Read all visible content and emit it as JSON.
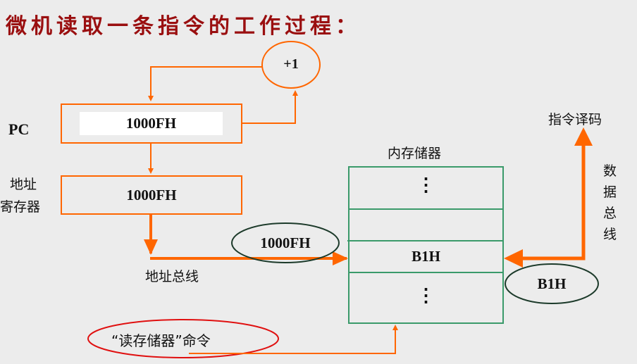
{
  "title": "微机读取一条指令的工作过程：",
  "pc": {
    "label": "PC",
    "value": "1000FH"
  },
  "increment": {
    "label": "+1"
  },
  "address_register": {
    "label_line1": "地址",
    "label_line2": "寄存器",
    "value": "1000FH"
  },
  "address_bus": {
    "label": "地址总线",
    "value": "1000FH"
  },
  "memory": {
    "label": "内存储器",
    "cells": [
      "⋮",
      "",
      "B1H",
      "⋮"
    ]
  },
  "data_bus": {
    "label_chars": [
      "数",
      "据",
      "总",
      "线"
    ],
    "value": "B1H"
  },
  "decode": {
    "label": "指令译码"
  },
  "read_command": {
    "label": "“读存储器”命令"
  },
  "colors": {
    "arrow": "#ff6600",
    "memory_border": "#3a9a6a",
    "title": "#9a0f10",
    "command_ellipse": "#e01010",
    "value_ellipse": "#1c3a2a"
  }
}
